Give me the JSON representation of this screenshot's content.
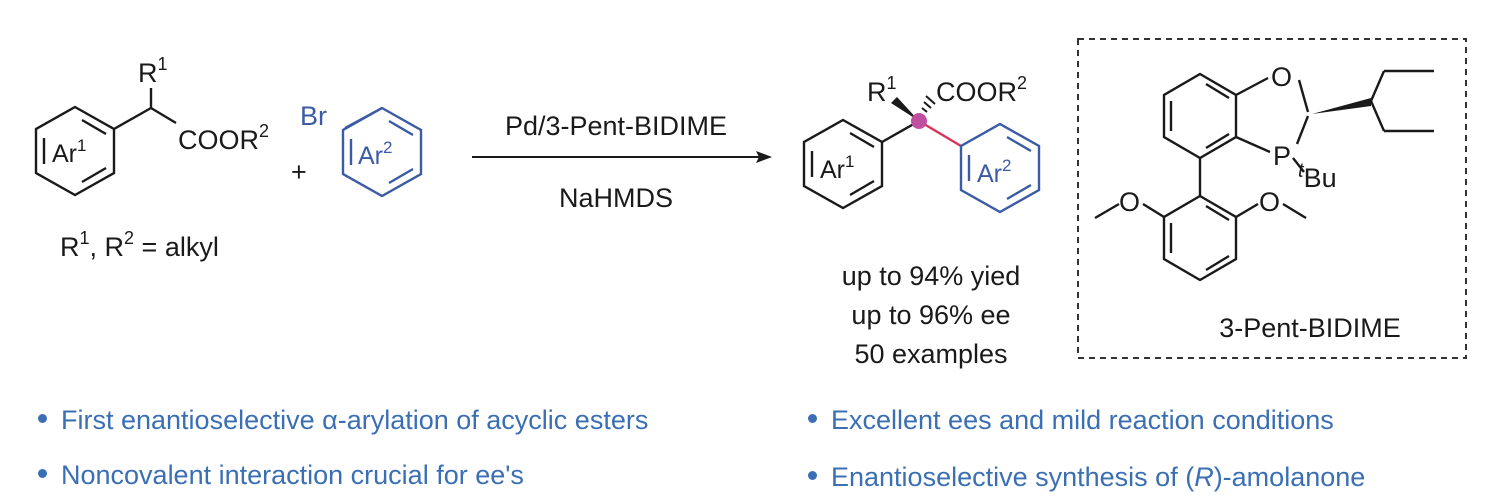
{
  "colors": {
    "black": "#1a1a1a",
    "blue": "#3b5ba5",
    "bullet_blue": "#3b6fb4",
    "red_bond": "#d9345a",
    "stereocenter": "#c04fa0"
  },
  "reactant": {
    "r1": "R",
    "r1_sup": "1",
    "ester": "COOR",
    "ester_sup": "2",
    "ring": "Ar",
    "ring_sup": "1",
    "note_a": "R",
    "note_a_sup": "1",
    "note_sep": ", R",
    "note_b_sup": "2",
    "note_rest": " = alkyl"
  },
  "plus": "+",
  "aryl_bromide": {
    "br": "Br",
    "ring": "Ar",
    "ring_sup": "2"
  },
  "conditions": {
    "catalyst": "Pd/3-Pent-BIDIME",
    "base": "NaHMDS"
  },
  "product": {
    "r1": "R",
    "r1_sup": "1",
    "ester": "COOR",
    "ester_sup": "2",
    "ring1": "Ar",
    "ring1_sup": "1",
    "ring2": "Ar",
    "ring2_sup": "2"
  },
  "results": [
    "up to 94% yied",
    "up to 96% ee",
    "50 examples"
  ],
  "ligand": {
    "o": "O",
    "p": "P",
    "tbu_t": "t",
    "tbu": "Bu",
    "ome_left": "O",
    "ome_right": "O",
    "name": "3-Pent-BIDIME"
  },
  "bullets": {
    "b1": "First enantioselective α-arylation of acyclic esters",
    "b2": "Noncovalent interaction crucial for ee's",
    "b3": "Excellent ees and mild reaction conditions",
    "b4_pre": "Enantioselective synthesis of (",
    "b4_em": "R",
    "b4_post": ")-amolanone"
  }
}
